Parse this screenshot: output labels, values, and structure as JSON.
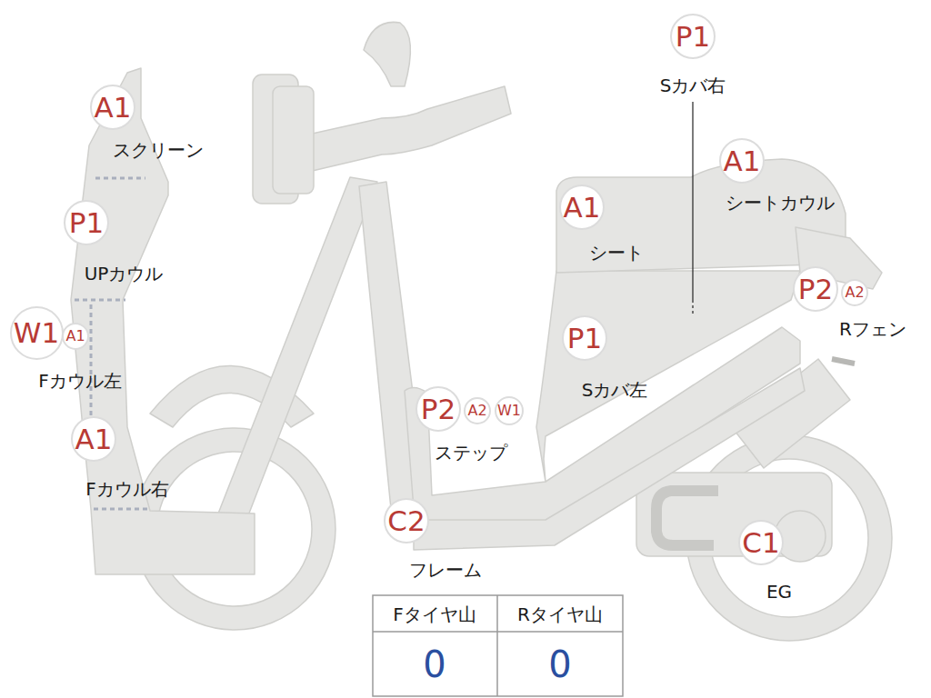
{
  "diagram": {
    "nodes": [
      {
        "text": [
          "P1"
        ]
      },
      {
        "text": [
          "A1"
        ]
      },
      {
        "text": [
          "A1"
        ]
      },
      {
        "text": [
          "A1"
        ]
      },
      {
        "text": [
          "P1"
        ]
      },
      {
        "text": [
          "P2"
        ]
      },
      {
        "text": [
          "A2"
        ]
      },
      {
        "text": [
          "W1"
        ]
      },
      {
        "text": [
          "A1"
        ]
      },
      {
        "text": [
          "P1"
        ]
      },
      {
        "text": [
          "P2"
        ]
      },
      {
        "text": [
          "A2"
        ]
      },
      {
        "text": [
          "W1"
        ]
      },
      {
        "text": [
          "A1"
        ]
      },
      {
        "text": [
          "C2"
        ]
      },
      {
        "text": [
          "C1"
        ]
      }
    ],
    "labels": [
      "Sカバ右",
      "スクリーン",
      "シートカウル",
      "シート",
      "UPカウル",
      "Rフェン",
      "Fカウル左",
      "Sカバ左",
      "ステップ",
      "Fカウル右",
      "フレーム",
      "EG",
      "Fタイヤ山",
      "Rタイヤ山",
      "0",
      "0"
    ]
  }
}
